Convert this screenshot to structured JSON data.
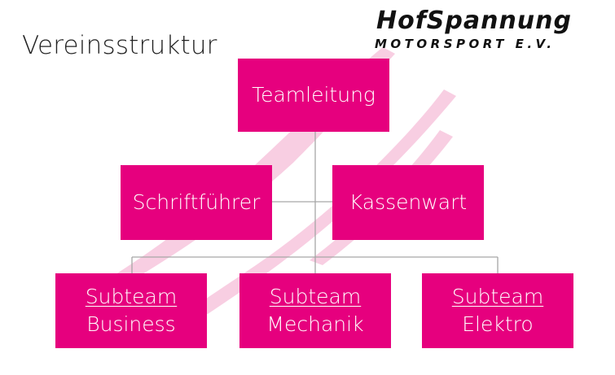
{
  "colors": {
    "box_fill": "#e6007e",
    "box_text": "#ffffff",
    "connector": "#a6a6a6",
    "swoosh": "#f7c6dd",
    "title": "#222222"
  },
  "title": "Vereinsstruktur",
  "logo": {
    "name": "HofSpannung",
    "subtitle": "MOTORSPORT E.V."
  },
  "nodes": {
    "teamleitung": "Teamleitung",
    "schriftfuehrer": "Schriftführer",
    "kassenwart": "Kassenwart",
    "subteam_business": {
      "line1": "Subteam",
      "line2": "Business"
    },
    "subteam_mechanik": {
      "line1": "Subteam",
      "line2": "Mechanik"
    },
    "subteam_elektro": {
      "line1": "Subteam",
      "line2": "Elektro"
    }
  }
}
